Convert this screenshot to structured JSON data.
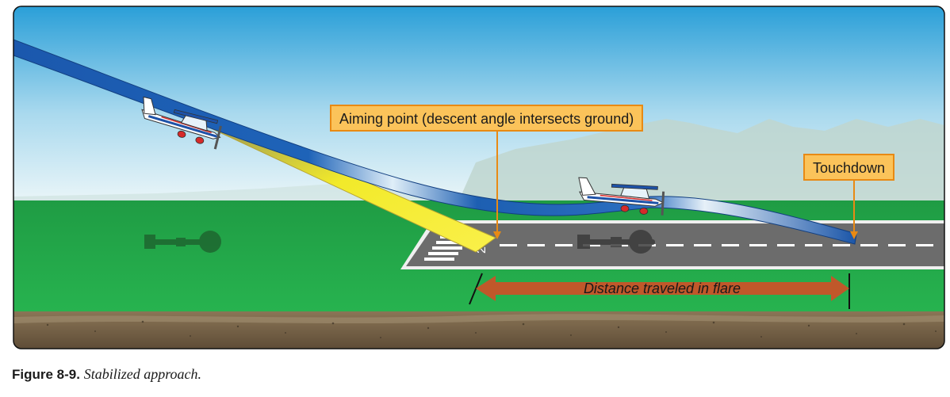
{
  "callouts": {
    "aiming_point": "Aiming point (descent angle intersects ground)",
    "touchdown": "Touchdown"
  },
  "flare_label": "Distance traveled in flare",
  "caption": {
    "figure": "Figure 8-9.",
    "text": "Stabilized approach."
  },
  "colors": {
    "sky_top": "#2fa6dc",
    "grass": "#22a84a",
    "runway": "#6f6f6f",
    "glide_path": "#1d5fb0",
    "descent_angle": "#f6ec2a",
    "callout_fill": "#fbc35a",
    "callout_border": "#e88a14",
    "flare_arrow": "#c0582a"
  },
  "icons": [
    "airplane-approach-icon",
    "airplane-touchdown-icon",
    "airplane-shadow-icon"
  ]
}
